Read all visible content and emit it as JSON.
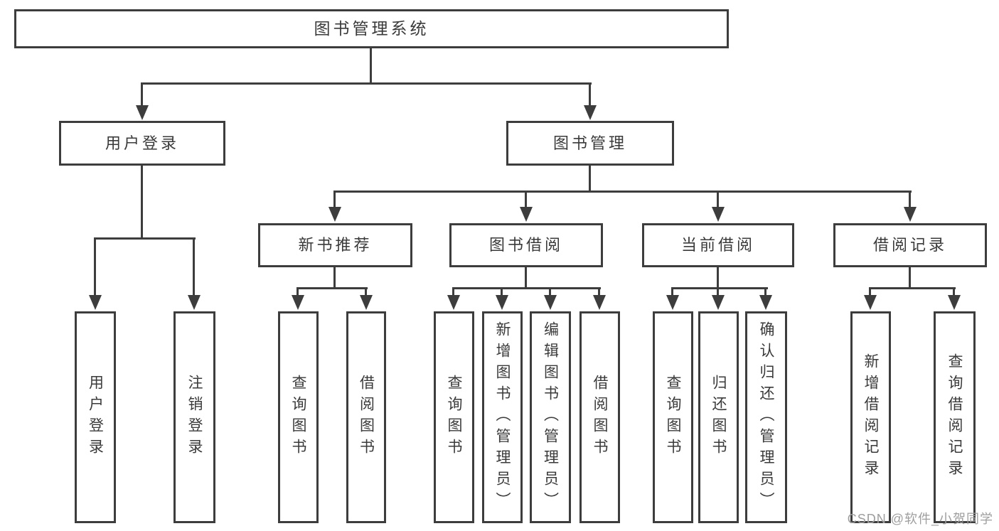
{
  "diagram": {
    "nodes": {
      "root": "图书管理系统",
      "level2": [
        "用户登录",
        "图书管理"
      ],
      "level3": [
        "新书推荐",
        "图书借阅",
        "当前借阅",
        "借阅记录"
      ],
      "leaves": [
        "用户登录",
        "注销登录",
        "查询图书",
        "借阅图书",
        "查询图书",
        "新增图书（管理员）",
        "编辑图书（管理员）",
        "借阅图书",
        "查询图书",
        "归还图书",
        "确认归还（管理员）",
        "新增借阅记录",
        "查询借阅记录"
      ]
    },
    "watermark": "CSDN @软件_小贺同学",
    "colors": {
      "line": "#3d3d3d",
      "text": "#3a3a3a",
      "box_background": "#ffffff",
      "page_background": "#ffffff",
      "watermark_text": "#9e9e9e"
    }
  }
}
